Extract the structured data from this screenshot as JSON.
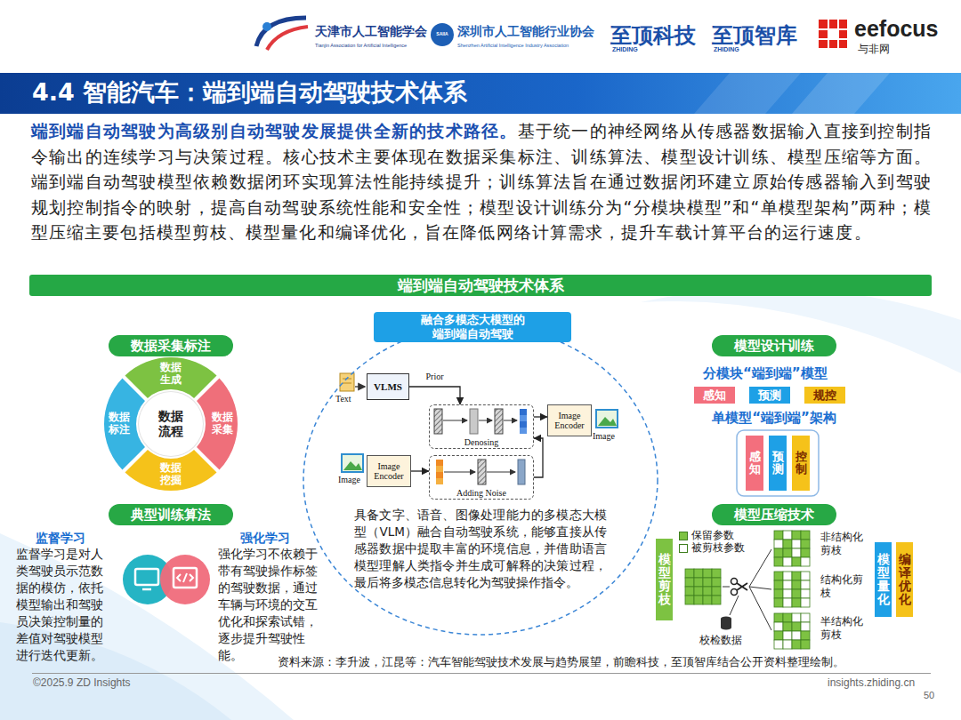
{
  "diagram": {
    "title": "4.4 智能汽车：端到端自动驾驶技术体系",
    "nodes": [
      {
        "text": [
          "端到端自动驾驶技术体系"
        ]
      },
      {
        "text": [
          "数据采集标注"
        ]
      },
      {
        "text": [
          "数据流程"
        ]
      },
      {
        "text": [
          "数据生成"
        ]
      },
      {
        "text": [
          "数据采集"
        ]
      },
      {
        "text": [
          "数据挖掘"
        ]
      },
      {
        "text": [
          "数据标注"
        ]
      },
      {
        "text": [
          "典型训练算法"
        ]
      },
      {
        "text": [
          "融合多模态大模型的 端到端自动驾驶"
        ]
      },
      {
        "text": [
          "具备文字、语音、图像处理能力的多模态大模型（VLM）融合自动驾驶系统，能够直接从传感器数据中提取丰富的环境信息，并借助语言模型理解人类指令并生成可解释的决策过程，最后将多模态信息转化为驾驶操作指令。"
        ]
      },
      {
        "text": [
          "VLMS"
        ],
        "in": 9
      },
      {
        "text": [
          "Denosing"
        ],
        "in": 9
      },
      {
        "text": [
          "Image Encoder"
        ],
        "in": 9
      },
      {
        "text": [
          "Image Encoder"
        ],
        "in": 9
      },
      {
        "text": [
          "Adding Noise"
        ],
        "in": 9
      },
      {
        "text": [
          "模型设计训练"
        ]
      },
      {
        "text": [
          "感知"
        ]
      },
      {
        "text": [
          "预测"
        ]
      },
      {
        "text": [
          "规控"
        ]
      },
      {
        "text": [
          "单模型“端到端”架构"
        ]
      },
      {
        "text": [
          "感知"
        ],
        "in": 19
      },
      {
        "text": [
          "预测"
        ],
        "in": 19
      },
      {
        "text": [
          "控制"
        ],
        "in": 19
      },
      {
        "text": [
          "模型压缩技术"
        ]
      },
      {
        "text": [
          "模型剪枝"
        ]
      },
      {
        "text": [
          "模型量化"
        ]
      },
      {
        "text": [
          "编译优化"
        ]
      }
    ],
    "edges": [
      {
        "from": 10,
        "to": 11,
        "arrow": "to",
        "label": "Prior"
      },
      {
        "from": 13,
        "to": 14,
        "arrow": "to"
      },
      {
        "from": 14,
        "to": 11,
        "arrow": "to"
      },
      {
        "from": 11,
        "to": 12,
        "arrow": "to"
      }
    ],
    "labels": [
      "天津市人工智能学会",
      "Tianjin Association for Artificial Intelligence",
      "SAIIA",
      "深圳市人工智能行业协会",
      "Shenzhen Artificial Intelligence Industry Association",
      "至顶科技",
      "ZHIDING",
      "至顶智库",
      "ZHIDING",
      "eefocus",
      "与非网",
      "端到端自动驾驶为高级别自动驾驶发展提供全新的技术路径。",
      "基于统一的神经网络从传感器数据输入直接到控制指令输出的连续学习与决策过程。核心技术主要体现在数据采集标注、训练算法、模型设计训练、模型压缩等方面。端到端自动驾驶模型依赖数据闭环实现算法性能持续提升；训练算法旨在通过数据闭环建立原始传感器输入到驾驶规划控制指令的映射，提高自动驾驶系统性能和安全性；模型设计训练分为“分模块模型”和“单模型架构”两种；模型压缩主要包括模型剪枝、模型量化和编译优化，旨在降低网络计算需求，提升车载计算平台的运行速度。",
      "监督学习",
      "监督学习是对人类驾驶员示范数据的模仿，依托模型输出和驾驶员决策控制量的差值对驾驶模型进行迭代更新。",
      "强化学习",
      "强化学习不依赖于带有驾驶操作标签的驾驶数据，通过车辆与环境的交互优化和探索试错，逐步提升驾驶性能。",
      "Text",
      "Image",
      "Image",
      "分模块“端到端”模型",
      "非结构化剪枝",
      "结构化剪枝",
      "半结构化剪枝",
      "校检数据",
      "资料来源：李升波，江昆等：汽车智能驾驶技术发展与趋势展望，前瞻科技，至顶智库结合公开资料整理绘制。",
      "©2025.9 ZD Insights",
      "insights.zhiding.cn",
      "50"
    ],
    "legend": [
      {
        "text": "保留参数",
        "color": "#7dc242"
      },
      {
        "text": "被剪枝参数",
        "color": "#ffffff"
      }
    ]
  }
}
